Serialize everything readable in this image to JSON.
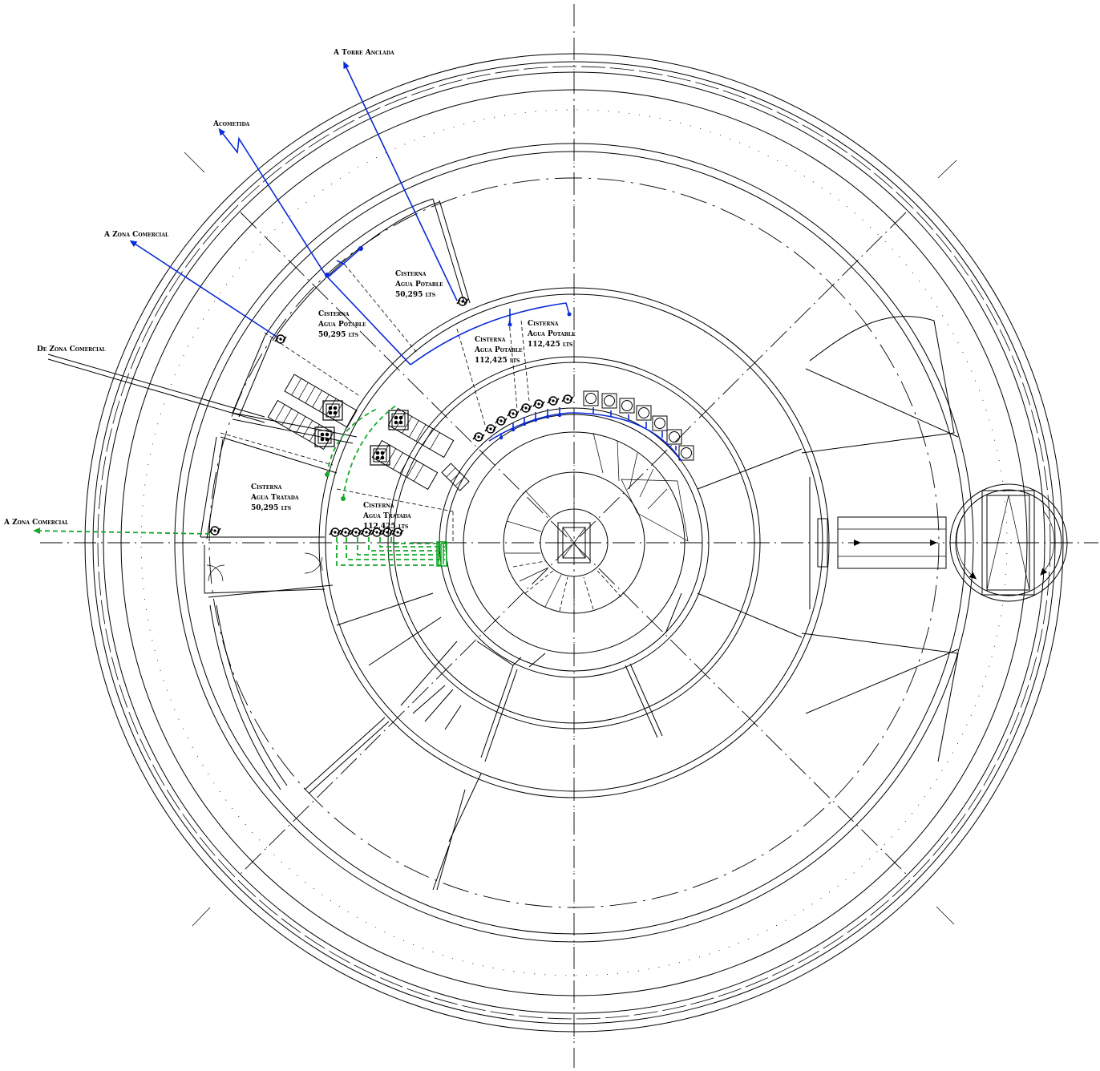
{
  "labels": {
    "torre_anclada": "A Torre Anclada",
    "acometida": "Acometida",
    "zona_comercial_1": "A Zona Comercial",
    "de_zona_comercial": "De Zona Comercial",
    "zona_comercial_2": "A Zona Comercial"
  },
  "cisterns": [
    {
      "title": "Cisterna",
      "type": "Agua Potable",
      "capacity": "50,295 lts"
    },
    {
      "title": "Cisterna",
      "type": "Agua Potable",
      "capacity": "50,295 lts"
    },
    {
      "title": "Cisterna",
      "type": "Agua Potable",
      "capacity": "112,425 lts"
    },
    {
      "title": "Cisterna",
      "type": "Agua Potable",
      "capacity": "112,425 lts"
    },
    {
      "title": "Cisterna",
      "type": "Agua Tratada",
      "capacity": "50,295 lts"
    },
    {
      "title": "Cisterna",
      "type": "Agua Tratada",
      "capacity": "112,425 lts"
    }
  ],
  "colors": {
    "potable_line": "#0a2bd6",
    "treated_line": "#15a82a",
    "linework": "#000000"
  },
  "icons": [
    "pump-icon",
    "filter-icon",
    "tank-icon",
    "arrow-icon",
    "stair-icon",
    "elevator-icon"
  ]
}
